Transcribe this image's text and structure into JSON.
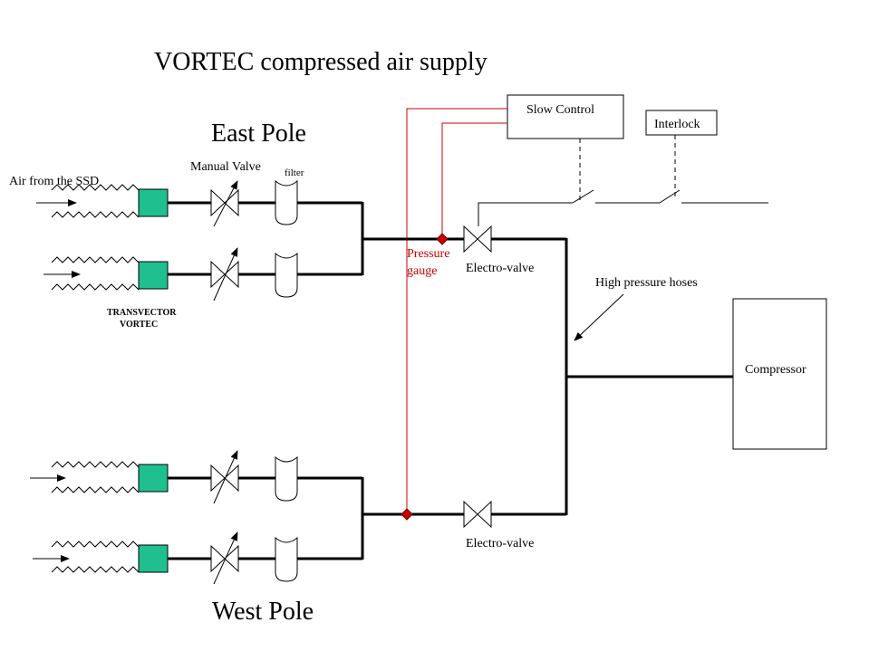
{
  "title": "VORTEC compressed air supply",
  "east_pole": "East Pole",
  "west_pole": "West Pole",
  "labels": {
    "air_from_ssd": "Air from the SSD",
    "manual_valve": "Manual Valve",
    "filter": "filter",
    "transvector_line1": "TRANSVECTOR",
    "transvector_line2": "VORTEC",
    "pressure_line1": "Pressure",
    "pressure_line2": "gauge",
    "electro_valve_top": "Electro-valve",
    "electro_valve_bottom": "Electro-valve",
    "slow_control": "Slow Control",
    "interlock": "Interlock",
    "high_pressure_hoses": "High pressure hoses",
    "compressor": "Compressor"
  },
  "colors": {
    "vortex_fill": "#1fbf8f",
    "gauge_line": "#cc0000"
  }
}
